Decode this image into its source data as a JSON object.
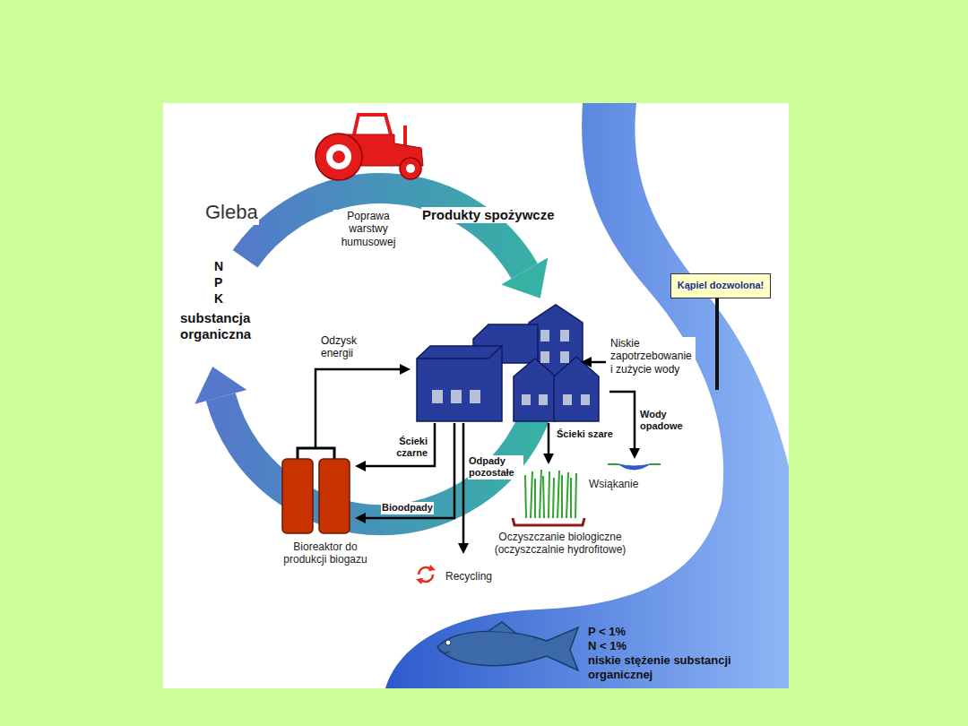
{
  "diagram": {
    "nodes": [
      {
        "text": [
          "Kąpiel dozwolona!"
        ]
      },
      {
        "text": [
          "Wsiąkanie"
        ]
      },
      {
        "text": [
          "Oczyszczanie biologiczne (oczyszczalnie hydrofitowe)"
        ]
      },
      {
        "text": [
          "Bioreaktor do produkcji biogazu"
        ]
      },
      {
        "text": [
          "Recycling"
        ]
      }
    ],
    "labels": [
      "Gleba",
      "Poprawa warstwy humusowej",
      "Produkty spożywcze",
      "N",
      "P",
      "K",
      "substancja organiczna",
      "Odzysk energii",
      "Niskie zapotrzebowanie i zużycie wody",
      "Ścieki czarne",
      "Wody opadowe",
      "Ścieki szare",
      "Odpady pozostałe",
      "Bioodpady",
      "P < 1%",
      "N < 1%",
      "niskie stężenie substancji organicznej"
    ]
  }
}
